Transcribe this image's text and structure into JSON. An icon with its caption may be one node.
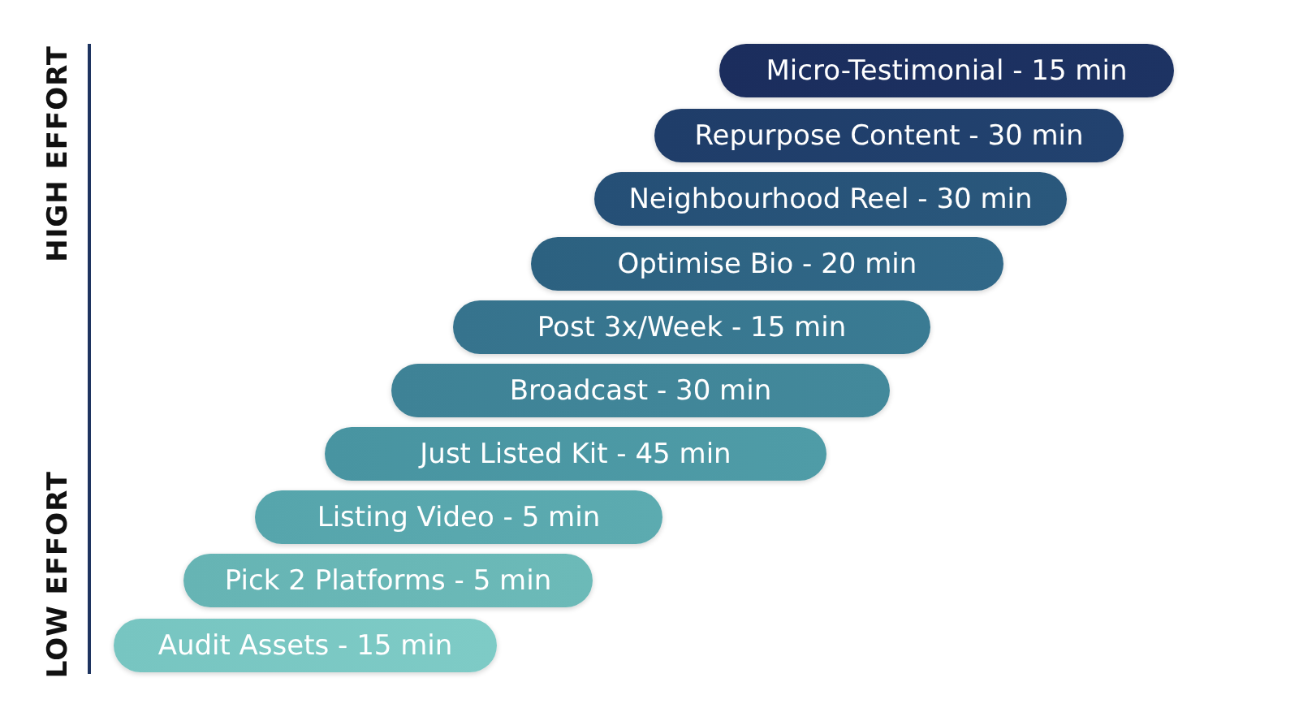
{
  "diagram": {
    "nodes": [
      {
        "text": [
          "Micro-Testimonial - 15 min"
        ]
      },
      {
        "text": [
          "Repurpose Content - 30 min"
        ]
      },
      {
        "text": [
          "Neighbourhood Reel - 30 min"
        ]
      },
      {
        "text": [
          "Optimise Bio - 20 min"
        ]
      },
      {
        "text": [
          "Post 3x/Week - 15 min"
        ]
      },
      {
        "text": [
          "Broadcast - 30 min"
        ]
      },
      {
        "text": [
          "Just Listed Kit - 45 min"
        ]
      },
      {
        "text": [
          "Listing Video - 5 min"
        ]
      },
      {
        "text": [
          "Pick 2 Platforms - 5 min"
        ]
      },
      {
        "text": [
          "Audit Assets - 15 min"
        ]
      }
    ],
    "edges": [],
    "labels": [
      "HIGH EFFORT",
      "LOW EFFORT"
    ]
  }
}
